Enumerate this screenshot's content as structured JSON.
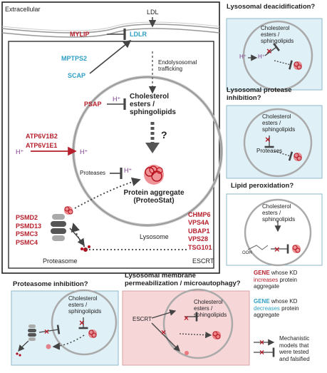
{
  "main": {
    "extracellular": "Extracellular",
    "ldl": "LDL",
    "mylip": "MYLIP",
    "ldlr": "LDLR",
    "mptps2": "MPTPS2",
    "scap": "SCAP",
    "endolysosomal": [
      "Endolysosomal",
      "trafficking"
    ],
    "psap": "PSAP",
    "hplus": "H⁺",
    "cholesterol": [
      "Cholesterol",
      "esters /",
      "sphingolipids"
    ],
    "question": "?",
    "atp6v1b2": "ATP6V1B2",
    "atp6v1e1": "ATP6V1E1",
    "proteases": "Proteases",
    "protein_aggregate": [
      "Protein aggregate",
      "(ProteoStat)"
    ],
    "psmd_genes": [
      "PSMD2",
      "PSMD13",
      "PSMC3",
      "PSMC4"
    ],
    "proteasome": "Proteasome",
    "escrt_genes": [
      "CHMP6",
      "VPS4A",
      "UBAP1",
      "VPS28",
      "TSG101"
    ],
    "lysosome": "Lysosome",
    "escrt": "ESCRT"
  },
  "panels": {
    "deacidification": {
      "title": [
        "Lysosomal deacidification?"
      ],
      "cholesterol": [
        "Cholesterol",
        "esters /",
        "sphingolipids"
      ],
      "hplus": "H⁺"
    },
    "protease_inhibition": {
      "title": [
        "Lysosomal protease",
        "inhibition?"
      ],
      "cholesterol": [
        "Cholesterol",
        "esters /",
        "sphingolipids"
      ],
      "proteases": "Proteases"
    },
    "lipid_peroxidation": {
      "title": [
        "Lipid peroxidation?"
      ],
      "cholesterol": [
        "Cholesterol",
        "esters /",
        "sphingolipids"
      ],
      "ooh": "OOH"
    },
    "proteasome_inhibition": {
      "title": [
        "Proteasome inhibition?"
      ],
      "cholesterol": [
        "Cholesterol",
        "esters /",
        "sphingolipids"
      ]
    },
    "membrane_permeabilization": {
      "title": [
        "Lysosomal membrane",
        "permeabilization / microautophagy?"
      ],
      "cholesterol": [
        "Cholesterol",
        "esters /",
        "sphingolipids"
      ],
      "escrt": "ESCRT"
    }
  },
  "legend": {
    "gene": "GENE",
    "inc": [
      "whose KD",
      "increases",
      "protein",
      "aggregate"
    ],
    "dec": [
      "whose KD",
      "decreases",
      "protein",
      "aggregate"
    ],
    "models": [
      "Mechanistic",
      "models that",
      "were tested",
      "and falsified"
    ]
  },
  "colors": {
    "red": "#b5202c",
    "blue": "#2f9fc4",
    "hplus": "#7a3a8a",
    "panel_blue": "#dff0f7",
    "panel_pink": "#f7d6d8"
  }
}
